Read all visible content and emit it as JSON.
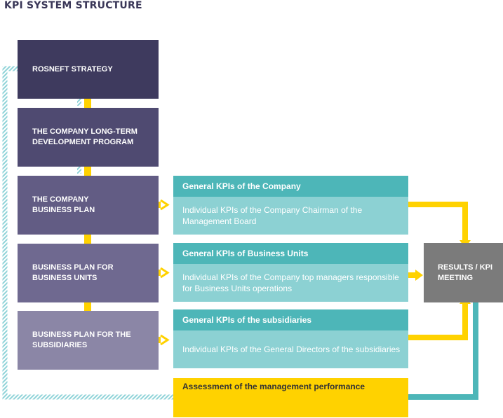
{
  "title": "KPI SYSTEM STRUCTURE",
  "plans": [
    {
      "label": "ROSNEFT STRATEGY",
      "color": "#3e3a5e"
    },
    {
      "label": "THE COMPANY LONG-TERM\nDEVELOPMENT PROGRAM",
      "color": "#4f4a71"
    },
    {
      "label": "THE COMPANY\nBUSINESS PLAN",
      "color": "#625c84"
    },
    {
      "label": "BUSINESS PLAN FOR\nBUSINESS UNITS",
      "color": "#6f6990"
    },
    {
      "label": "BUSINESS PLAN FOR THE\nSUBSIDIARIES",
      "color": "#8b86a6"
    }
  ],
  "kpi_groups": [
    {
      "header": "General KPIs of the Company",
      "body": "Individual KPIs of the Company Chairman of the Management Board"
    },
    {
      "header": "General KPIs of Business Units",
      "body": "Individual KPIs of the Company top managers responsible for Business Units operations"
    },
    {
      "header": "General KPIs of the subsidiaries",
      "body": "Individual KPIs of the General Directors of the subsidiaries"
    }
  ],
  "results": "RESULTS / KPI\nMEETING",
  "assessment": "Assessment of the management performance",
  "colors": {
    "yellow": "#ffd200",
    "teal": "#4db6b8",
    "hatch": "#8fd3d8"
  }
}
